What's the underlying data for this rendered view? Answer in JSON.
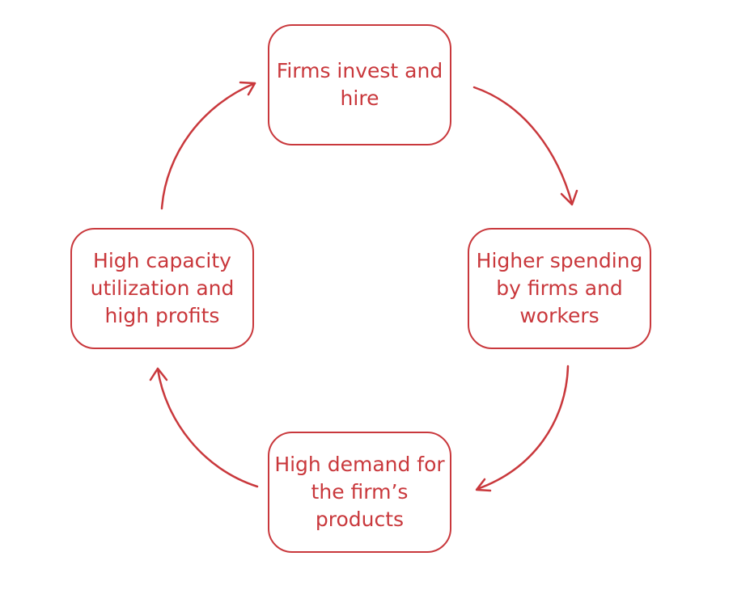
{
  "diagram": {
    "accent_color": "#c9383c",
    "nodes": {
      "invest": "Firms invest and hire",
      "spending": "Higher spending by firms and workers",
      "demand": "High demand for the firm’s products",
      "profits": "High capacity utilization and high profits"
    },
    "edges": [
      {
        "from": "invest",
        "to": "spending"
      },
      {
        "from": "spending",
        "to": "demand"
      },
      {
        "from": "demand",
        "to": "profits"
      },
      {
        "from": "profits",
        "to": "invest"
      }
    ]
  }
}
